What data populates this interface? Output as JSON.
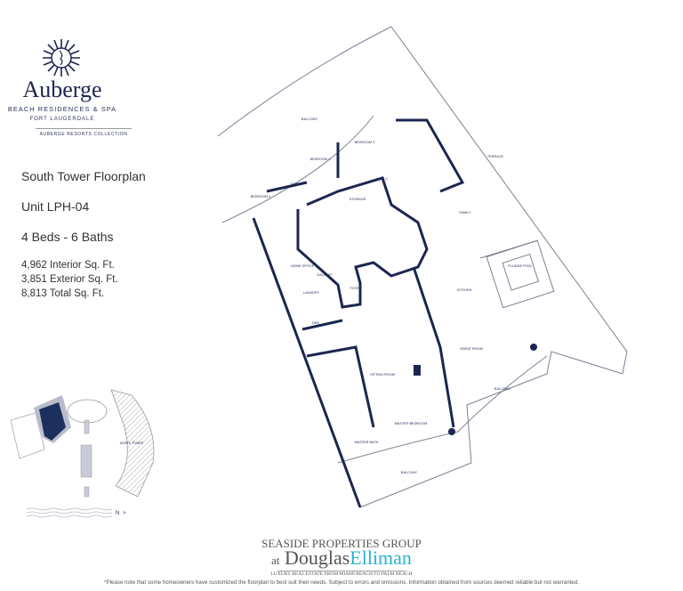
{
  "logo": {
    "name": "Auberge",
    "line1": "BEACH RESIDENCES & SPA",
    "line2": "FORT LAUDERDALE",
    "line3": "AUBERGE RESORTS COLLECTION"
  },
  "unit": {
    "tower": "South Tower Floorplan",
    "unit": "Unit  LPH-04",
    "beds_baths": "4 Beds - 6 Baths",
    "interior": "4,962 Interior Sq. Ft.",
    "exterior": "3,851 Exterior Sq. Ft.",
    "total": "8,813 Total Sq. Ft."
  },
  "rooms": {
    "balcony_top": "BALCONY",
    "bedroom2": "BEDROOM 2",
    "bedroom3": "BEDROOM 3",
    "bedroom4": "BEDROOM 4",
    "bath": "BATH",
    "wic": "W.I.C.",
    "storage": "STORAGE",
    "terrace": "TERRACE",
    "family": "FAMILY",
    "plunge_pool": "PLUNGE POOL",
    "kitchen": "KITCHEN",
    "home_office": "HOME OFFICE",
    "gallery": "GALLERY",
    "laundry": "LAUNDRY",
    "foyer": "FOYER",
    "den": "DEN",
    "great_room": "GREAT ROOM",
    "balcony_right": "BALCONY",
    "sitting_room": "SITTING ROOM",
    "master_bedroom": "MASTER BEDROOM",
    "master_bath": "MASTER BATH",
    "balcony_bottom": "BALCONY"
  },
  "keyplan": {
    "north_tower": "NORTH TOWER",
    "north": "N",
    "highlight_color": "#1c2f5e"
  },
  "footer": {
    "brand_line1": "SEASIDE PROPERTIES GROUP",
    "brand_at": "at",
    "brand_douglas": "Douglas",
    "brand_elliman": "Elliman",
    "brand_tagline": "LUXURY REAL ESTATE FROM MIAMI BEACH TO PALM BEACH",
    "disclaimer": "*Please note that some homeowners have customized the floorplan to best suit their needs. Subject to errors and omissions. Information obtained from sources deemed reliable but not warranted."
  },
  "colors": {
    "wall": "#1c2650",
    "accent": "#2bb3cf"
  }
}
